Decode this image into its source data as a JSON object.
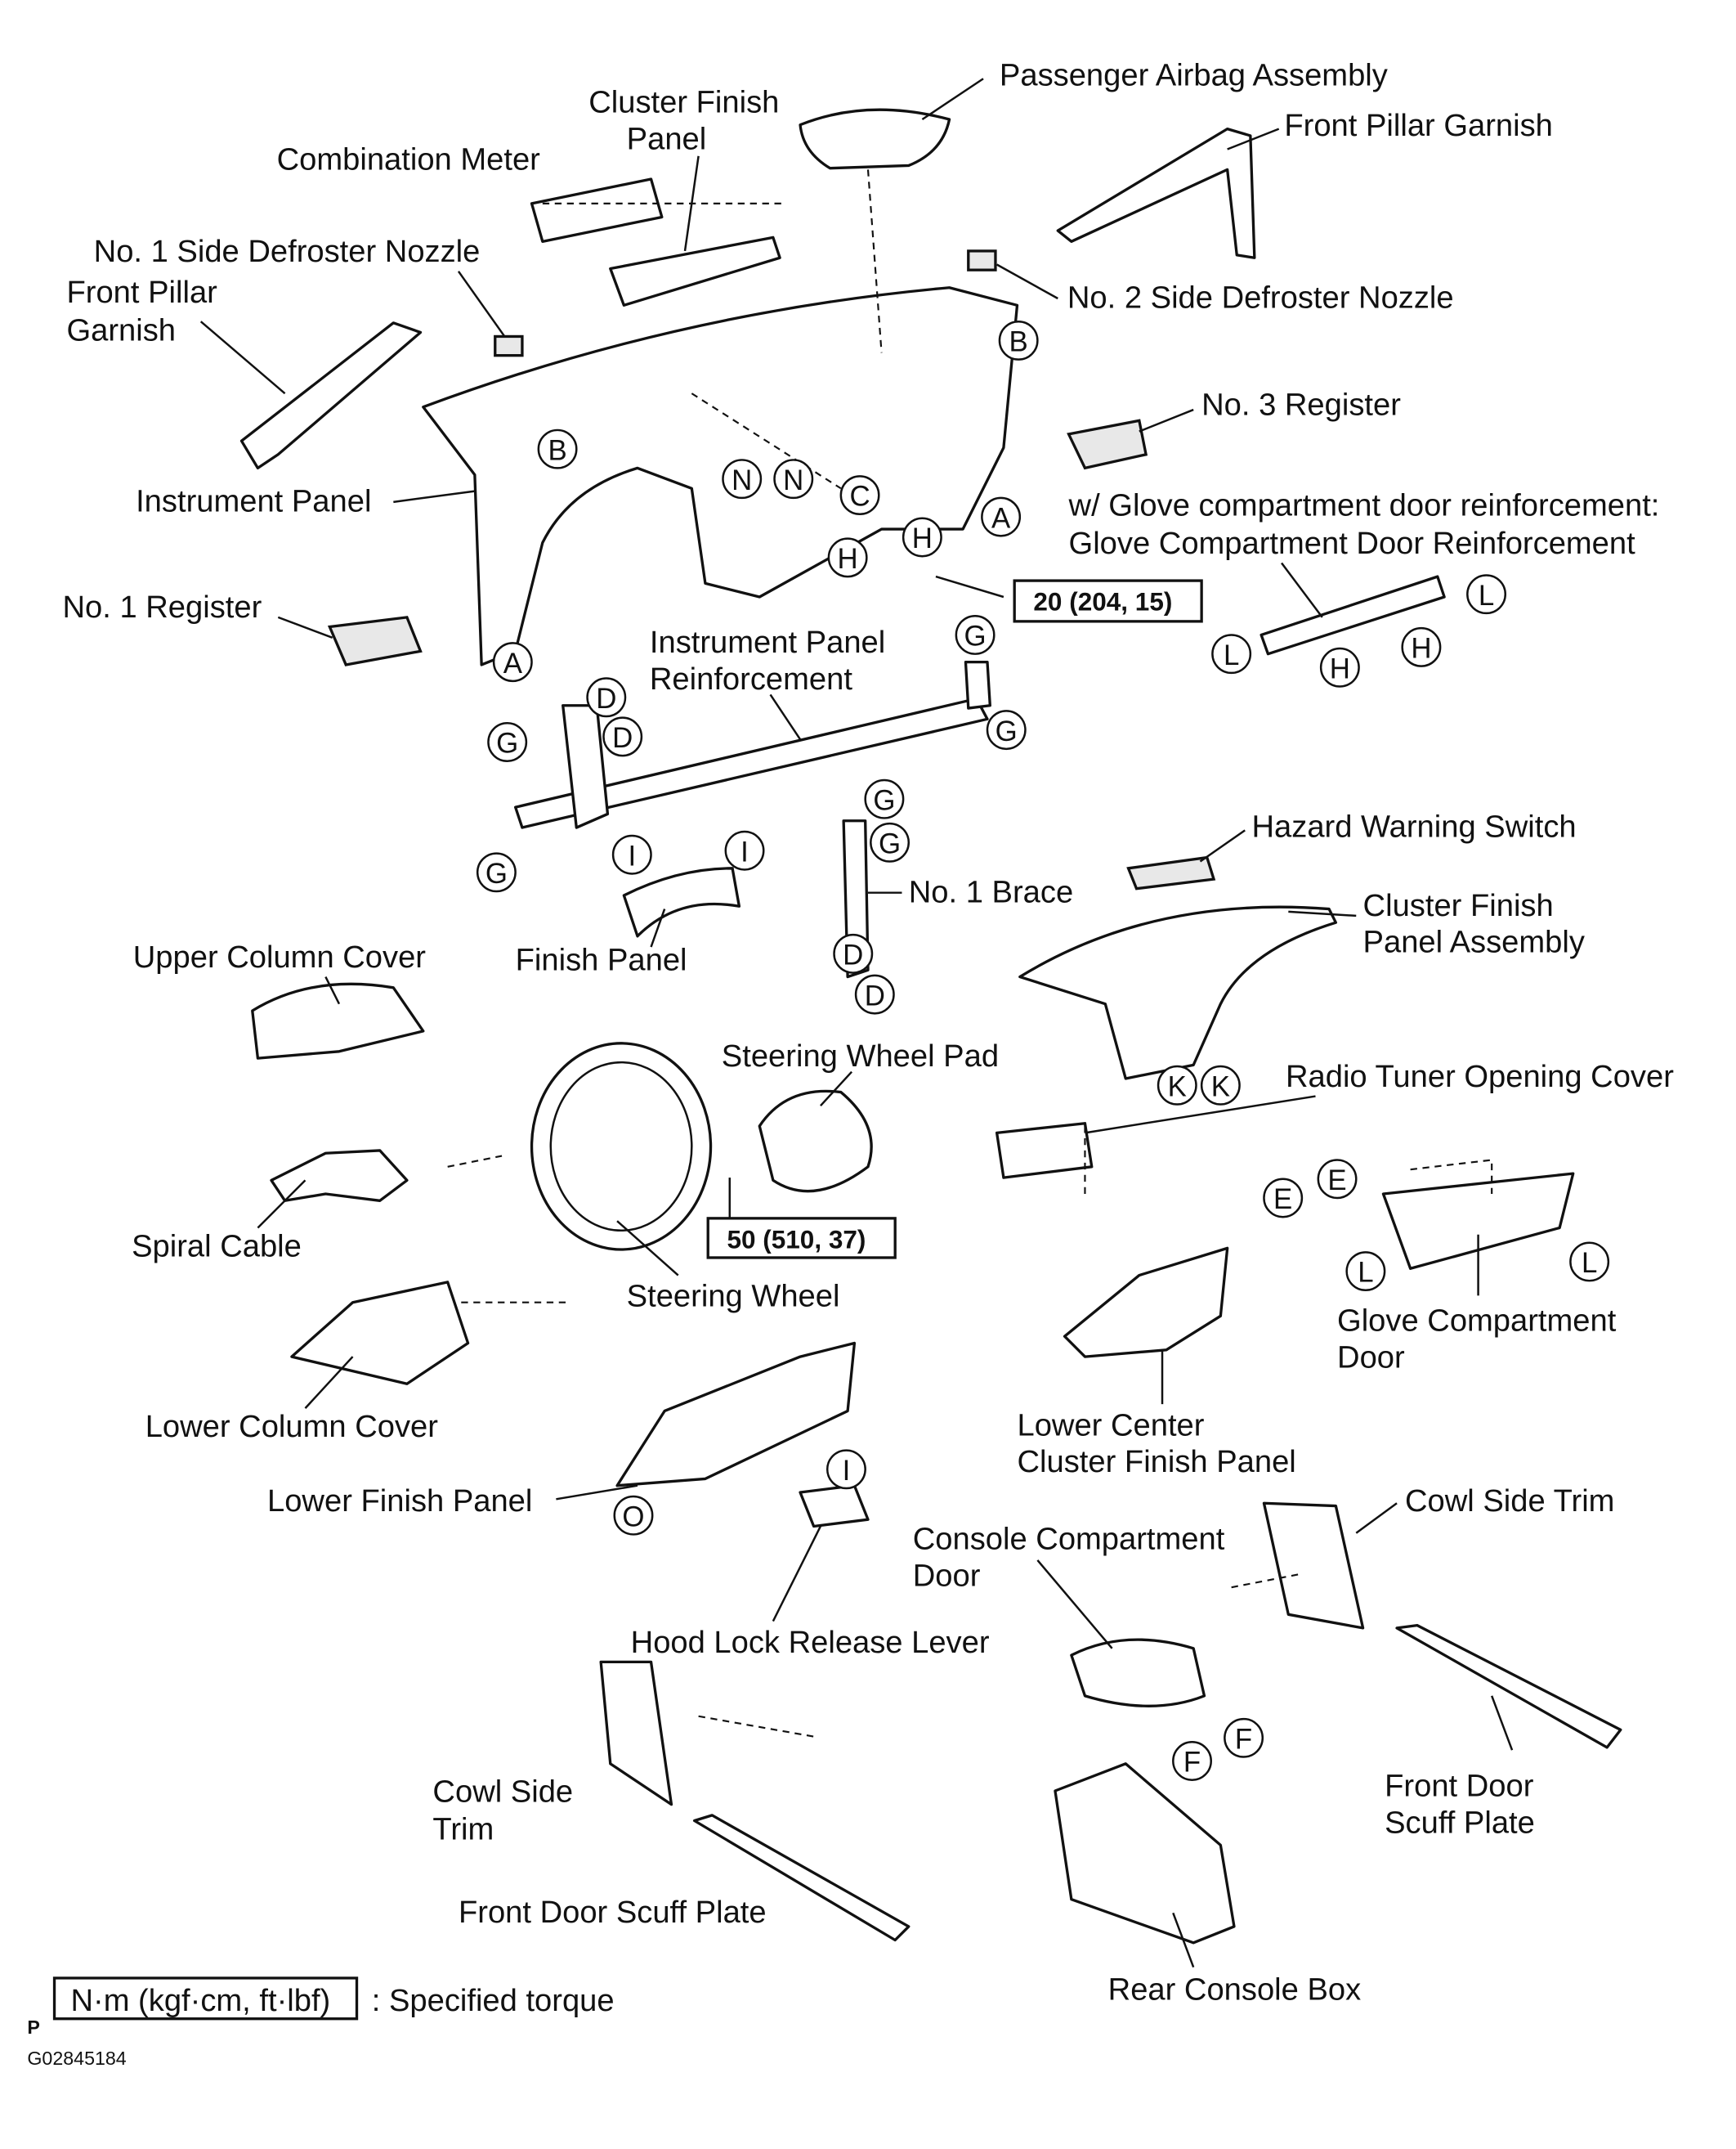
{
  "labels": {
    "passenger_airbag": "Passenger Airbag Assembly",
    "cluster_finish_panel_1": "Cluster Finish",
    "cluster_finish_panel_2": "Panel",
    "front_pillar_garnish_r": "Front Pillar Garnish",
    "combination_meter": "Combination Meter",
    "no1_side_defroster": "No. 1 Side Defroster Nozzle",
    "front_pillar_garnish_l_1": "Front Pillar",
    "front_pillar_garnish_l_2": "Garnish",
    "no2_side_defroster": "No. 2 Side Defroster Nozzle",
    "no3_register": "No. 3 Register",
    "instrument_panel": "Instrument Panel",
    "glove_reinf_note": "w/ Glove compartment door reinforcement:",
    "glove_reinf": "Glove Compartment Door Reinforcement",
    "no1_register": "No. 1 Register",
    "ip_reinf_1": "Instrument Panel",
    "ip_reinf_2": "Reinforcement",
    "hazard_switch": "Hazard Warning Switch",
    "no1_brace": "No. 1 Brace",
    "cluster_finish_assy_1": "Cluster Finish",
    "cluster_finish_assy_2": "Panel Assembly",
    "upper_column_cover": "Upper Column Cover",
    "finish_panel": "Finish Panel",
    "steering_wheel_pad": "Steering Wheel Pad",
    "radio_tuner_cover": "Radio Tuner Opening Cover",
    "spiral_cable": "Spiral Cable",
    "steering_wheel": "Steering Wheel",
    "glove_door_1": "Glove Compartment",
    "glove_door_2": "Door",
    "lower_column_cover": "Lower Column Cover",
    "lower_center_1": "Lower Center",
    "lower_center_2": "Cluster Finish Panel",
    "lower_finish_panel": "Lower Finish Panel",
    "cowl_side_trim_r": "Cowl Side Trim",
    "console_door_1": "Console Compartment",
    "console_door_2": "Door",
    "hood_lock": "Hood Lock Release Lever",
    "cowl_side_trim_l_1": "Cowl Side",
    "cowl_side_trim_l_2": "Trim",
    "scuff_r_1": "Front Door",
    "scuff_r_2": "Scuff Plate",
    "scuff_l": "Front Door Scuff Plate",
    "rear_console": "Rear Console Box"
  },
  "torque": {
    "ip_bolts": "20 (204, 15)",
    "steering_nut": "50 (510, 37)"
  },
  "legend": {
    "unit": "N·m (kgf·cm, ft·lbf)",
    "meaning": ": Specified torque"
  },
  "footer": {
    "mark": "P",
    "code": "G02845184"
  },
  "callout_letters": [
    "A",
    "A",
    "B",
    "B",
    "C",
    "N",
    "N",
    "H",
    "H",
    "G",
    "G",
    "G",
    "G",
    "G",
    "G",
    "D",
    "D",
    "I",
    "I",
    "D",
    "D",
    "L",
    "L",
    "H",
    "H",
    "K",
    "K",
    "E",
    "E",
    "L",
    "L",
    "I",
    "O",
    "F",
    "F"
  ]
}
